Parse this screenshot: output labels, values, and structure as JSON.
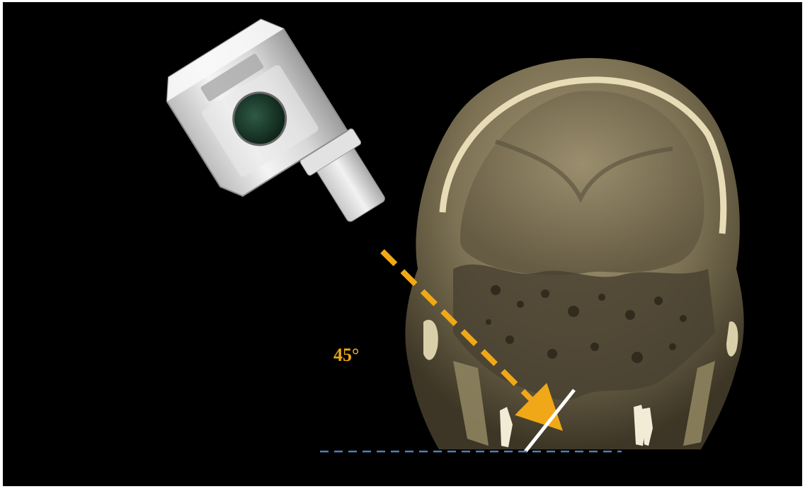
{
  "figure": {
    "angle_label": "45°"
  },
  "colors": {
    "background": "#000000",
    "beam": "#f0a818",
    "plate": "#ffffff",
    "baseline": "#4f7fb8",
    "bone": "#b9ad8a"
  },
  "objects": {
    "sensor": "x-ray-tube-head",
    "subject": "3d-skull-rendering",
    "beam": "central-ray-dashed-arrow",
    "plate": "film-plate-line",
    "baseline": "occlusal-plane-dashed-line"
  }
}
